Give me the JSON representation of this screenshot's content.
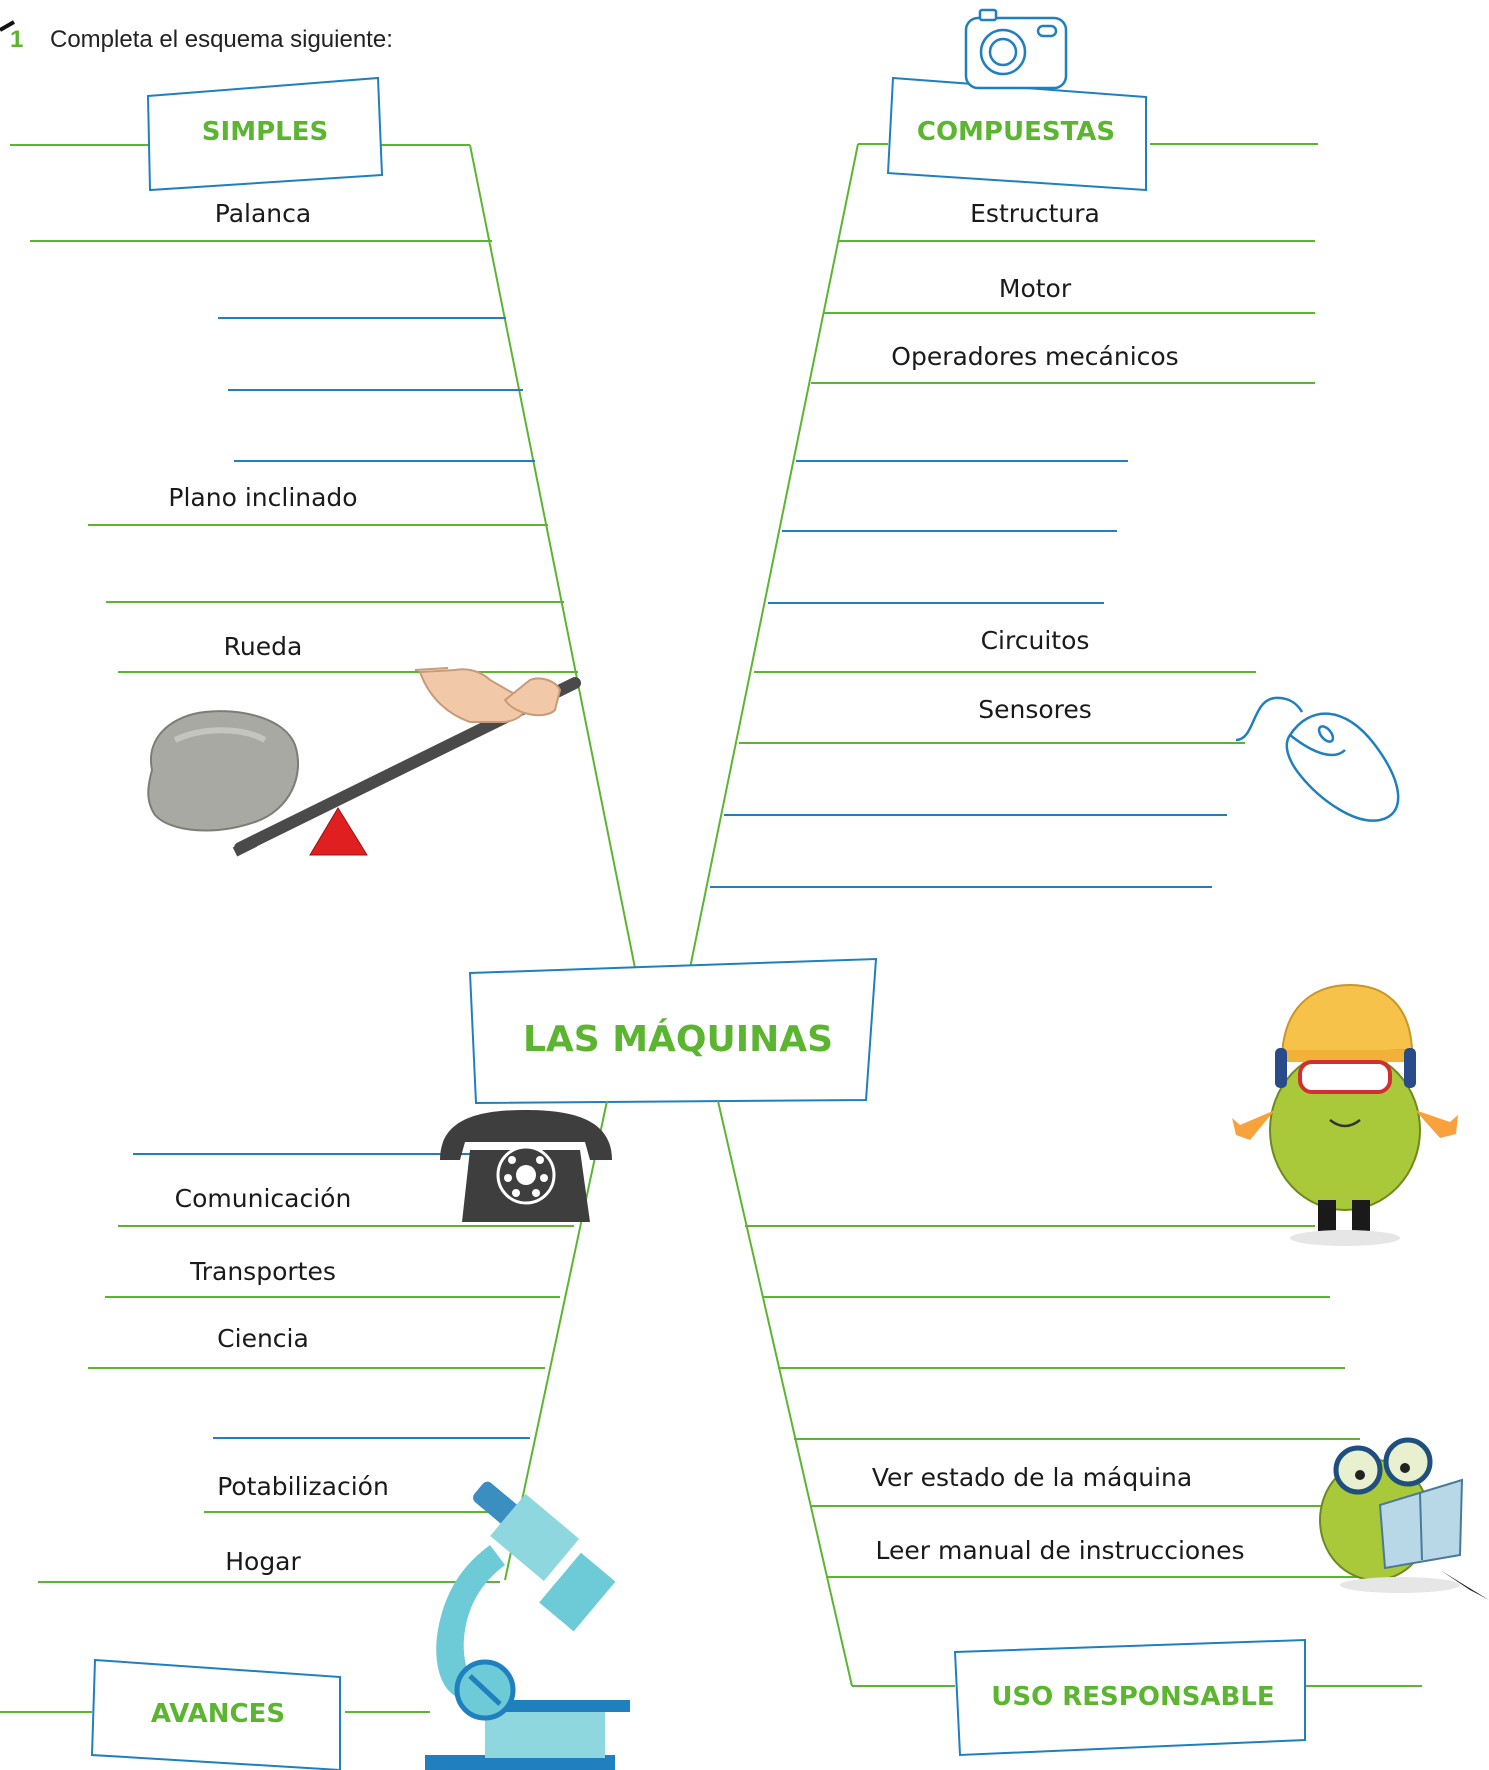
{
  "exercise": {
    "number": "1",
    "instruction": "Completa el esquema siguiente:"
  },
  "center": {
    "title": "LAS MÁQUINAS"
  },
  "simples": {
    "title": "SIMPLES",
    "items": [
      "Palanca",
      "Plano inclinado",
      "Rueda"
    ]
  },
  "compuestas": {
    "title": "COMPUESTAS",
    "items": [
      "Estructura",
      "Motor",
      "Operadores mecánicos",
      "Circuitos",
      "Sensores"
    ]
  },
  "avances": {
    "title": "AVANCES",
    "items": [
      "Comunicación",
      "Transportes",
      "Ciencia",
      "Potabilización",
      "Hogar"
    ]
  },
  "uso": {
    "title": "USO RESPONSABLE",
    "items": [
      "Ver estado de la máquina",
      "Leer manual de instrucciones"
    ]
  },
  "colors": {
    "accent": "#5cb531",
    "line_blue": "#1f7fbf",
    "triangle": "#e02020"
  },
  "icons": [
    "camera-icon",
    "mouse-icon",
    "lever-rock-illustration",
    "telephone-icon",
    "microscope-icon",
    "worker-mascot",
    "reading-mascot"
  ]
}
